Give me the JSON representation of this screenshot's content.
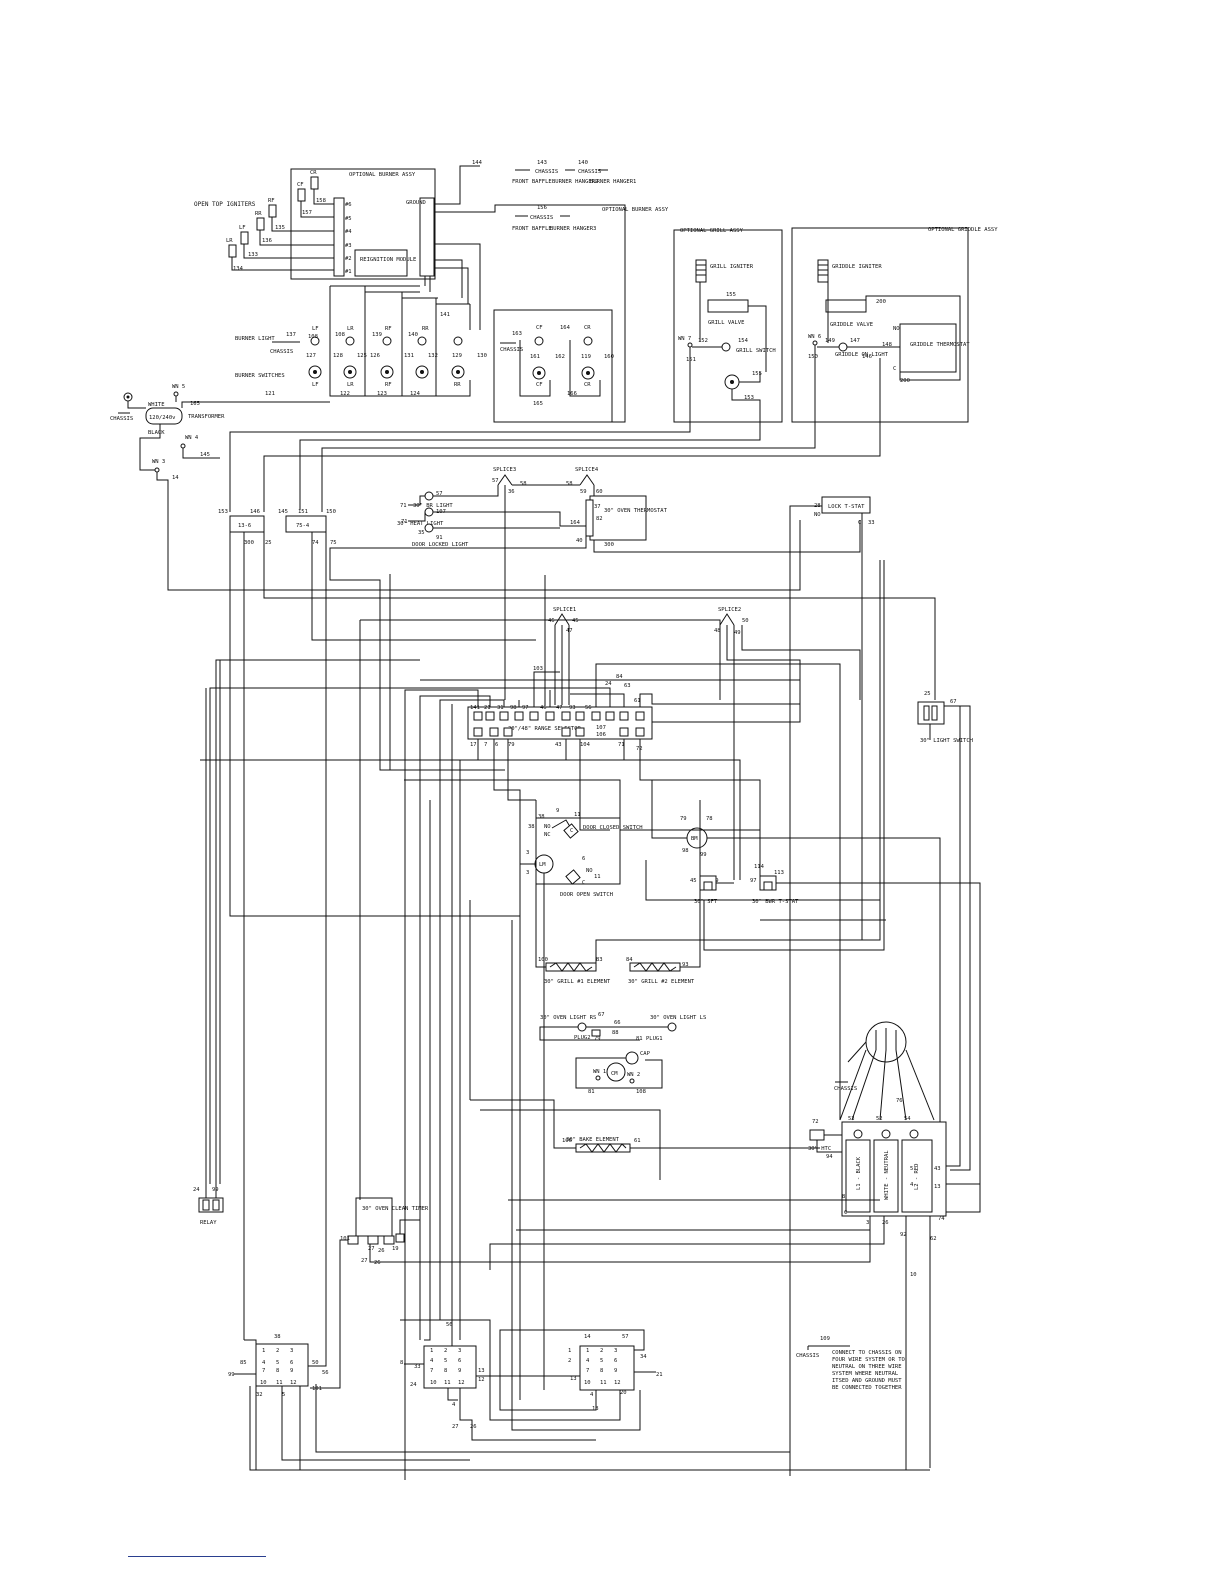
{
  "labels": {
    "open_top_igniters": "OPEN TOP IGNITERS",
    "optional_burner_assy": "OPTIONAL BURNER ASSY",
    "optional_burner_assy2": "OPTIONAL BURNER ASSY",
    "reignition_module": "REIGNITION MODULE",
    "front_baffle": "FRONT BAFFLE",
    "burner_hanger2": "BURNER HANGER2",
    "burner_hanger1": "BURNER HANGER1",
    "burner_hanger3": "BURNER HANGER3",
    "front_baffle2": "FRONT BAFFLE",
    "chassis": "CHASSIS",
    "burner_light": "BURNER LIGHT",
    "burner_switches": "BURNER SWITCHES",
    "optional_grill_assy": "OPTIONAL GRILL ASSY",
    "grill_igniter": "GRILL IGNITER",
    "grill_valve": "GRILL VALVE",
    "grill_switch": "GRILL SWITCH",
    "optional_griddle_assy": "OPTIONAL GRIDDLE ASSY",
    "griddle_igniter": "GRIDDLE IGNITER",
    "griddle_valve": "GRIDDLE VALVE",
    "griddle_thermostat": "GRIDDLE THERMOSTAT",
    "griddle_on_light": "GRIDDLE ON LIGHT",
    "transformer": "TRANSFORMER",
    "transformer_rating": "120/240v",
    "white": "WHITE",
    "black": "BLACK",
    "splice3": "SPLICE3",
    "splice4": "SPLICE4",
    "splice1": "SPLICE1",
    "splice2": "SPLICE2",
    "oven_thermostat": "30\" OVEN THERMOSTAT",
    "lock_tstat": "LOCK T-STAT",
    "range_selector": "30\"/48\" RANGE SELECTOR",
    "door_closed_switch": "DOOR CLOSED SWITCH",
    "door_open_switch": "DOOR OPEN SWITCH",
    "door_locked_light": "DOOR LOCKED LIGHT",
    "light_switch": "30\" LIGHT SWITCH",
    "sft": "30\" SFT",
    "bwr_tstat": "30\" BWR T-STAT",
    "grill_element1": "30\" GRILL #1 ELEMENT",
    "grill_element2": "30\" GRILL #2 ELEMENT",
    "oven_light_rs": "30\" OVEN LIGHT RS",
    "oven_light_ls": "30\" OVEN LIGHT LS",
    "bake_element": "30\" BAKE ELEMENT",
    "oven_clean_timer": "30\" OVEN CLEAN TIMER",
    "htc": "30\" HTC",
    "l1_black": "L1 - BLACK",
    "white_neutral": "WHITE - NEUTRAL",
    "l2_red": "L2 - RED",
    "plug2": "PLUG2",
    "plug1": "PLUG1",
    "relay": "RELAY",
    "note": "CONNECT TO CHASSIS ON FOUR WIRE SYSTEM OR TO NEUTRAL ON THREE WIRE SYSTEM WHERE NEUTRAL ITSED AND GROUND MUST BE CONNECTED TOGETHER"
  },
  "colors": {
    "line": "#111111",
    "background": "#ffffff",
    "footnote_rule": "#2a3f8f"
  }
}
